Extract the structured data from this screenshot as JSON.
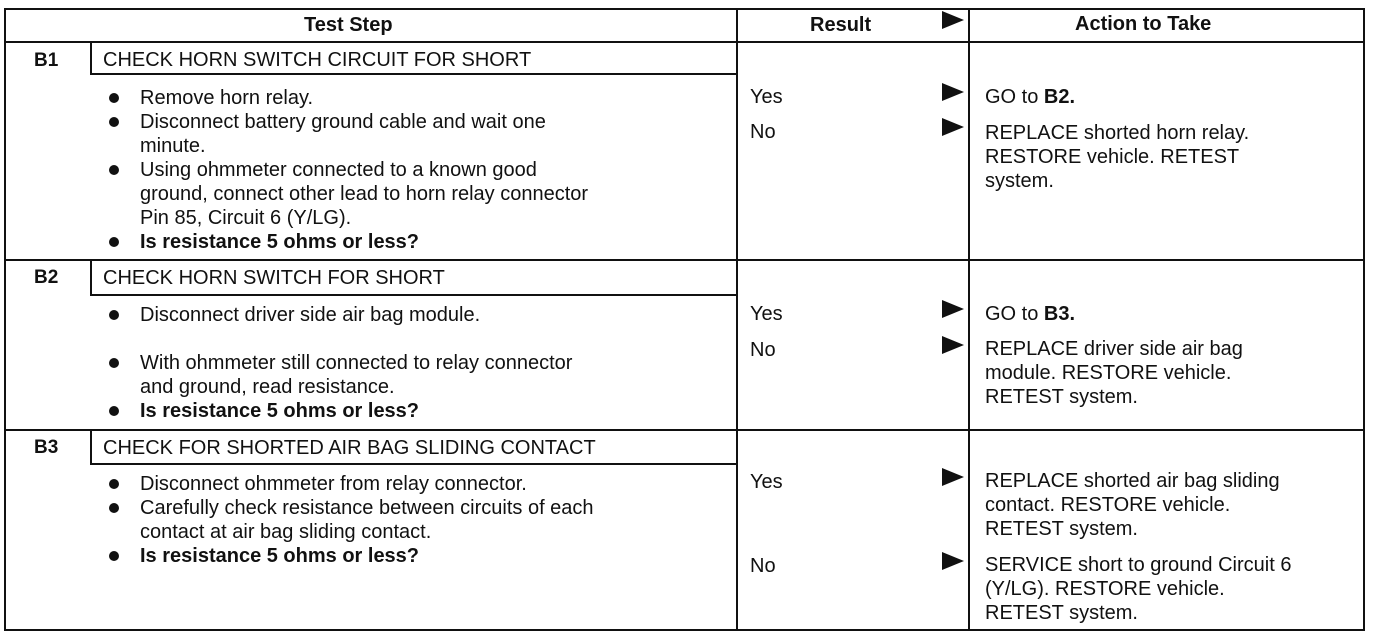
{
  "header": {
    "test_step": "Test Step",
    "result": "Result",
    "action": "Action to Take"
  },
  "steps": [
    {
      "id": "B1",
      "title": "CHECK HORN SWITCH CIRCUIT FOR SHORT",
      "bullets": [
        "Remove horn relay.",
        "Disconnect battery ground cable and wait one",
        "minute.",
        "Using ohmmeter connected to a known good",
        "ground, connect other lead to horn relay connector",
        "Pin 85, Circuit 6 (Y/LG).",
        "Is resistance 5 ohms or less?"
      ],
      "results": [
        "Yes",
        "No"
      ],
      "actions": [
        {
          "prefix": "GO to ",
          "bold": "B2",
          "suffix": "."
        },
        {
          "lines": [
            "REPLACE shorted horn relay.",
            "RESTORE vehicle. RETEST",
            "system."
          ]
        }
      ]
    },
    {
      "id": "B2",
      "title": "CHECK HORN SWITCH FOR SHORT",
      "bullets": [
        "Disconnect driver side air bag module.",
        "With ohmmeter still connected to relay connector",
        "and ground, read resistance.",
        "Is resistance 5 ohms or less?"
      ],
      "results": [
        "Yes",
        "No"
      ],
      "actions": [
        {
          "prefix": "GO to ",
          "bold": "B3",
          "suffix": "."
        },
        {
          "lines": [
            "REPLACE driver side air bag",
            "module. RESTORE vehicle.",
            "RETEST system."
          ]
        }
      ]
    },
    {
      "id": "B3",
      "title": "CHECK FOR SHORTED AIR BAG SLIDING CONTACT",
      "bullets": [
        "Disconnect ohmmeter from relay connector.",
        "Carefully check resistance between circuits of each",
        "contact at air bag sliding contact.",
        "Is resistance 5 ohms or less?"
      ],
      "results": [
        "Yes",
        "No"
      ],
      "actions": [
        {
          "lines": [
            "REPLACE shorted air bag sliding",
            "contact. RESTORE vehicle.",
            "RETEST system."
          ]
        },
        {
          "lines": [
            "SERVICE short to ground Circuit 6",
            "(Y/LG). RESTORE vehicle.",
            "RETEST system."
          ]
        }
      ]
    }
  ]
}
